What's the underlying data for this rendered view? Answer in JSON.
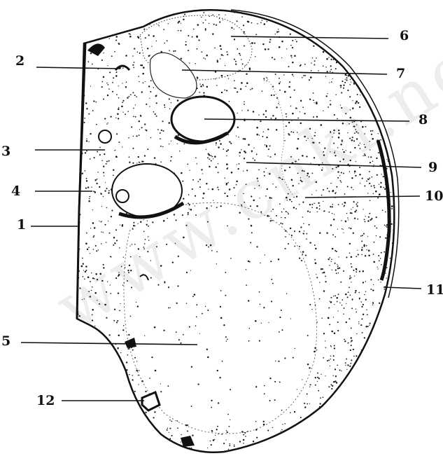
{
  "labels": {
    "l1": "1",
    "l2": "2",
    "l3": "3",
    "l4": "4",
    "l5": "5",
    "l6": "6",
    "l7": "7",
    "l8": "8",
    "l9": "9",
    "l10": "10",
    "l11": "11",
    "l12": "12"
  },
  "watermark": "www.cnki.net",
  "colors": {
    "ink": "#111111",
    "stipple": "#1a1a1a",
    "paper": "#ffffff"
  }
}
